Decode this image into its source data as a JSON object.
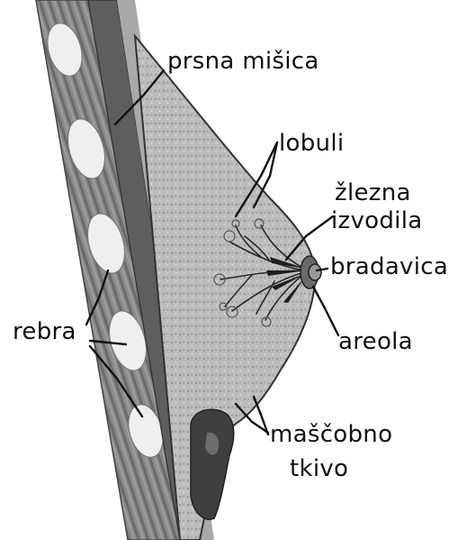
{
  "labels": {
    "pectoral_muscle": "prsna mišica",
    "lobules": "lobuli",
    "ducts_line1": "žlezna",
    "ducts_line2": "izvodila",
    "nipple": "bradavica",
    "areola": "areola",
    "ribs": "rebra",
    "fat_line1": "maščobno",
    "fat_line2": "tkivo"
  }
}
